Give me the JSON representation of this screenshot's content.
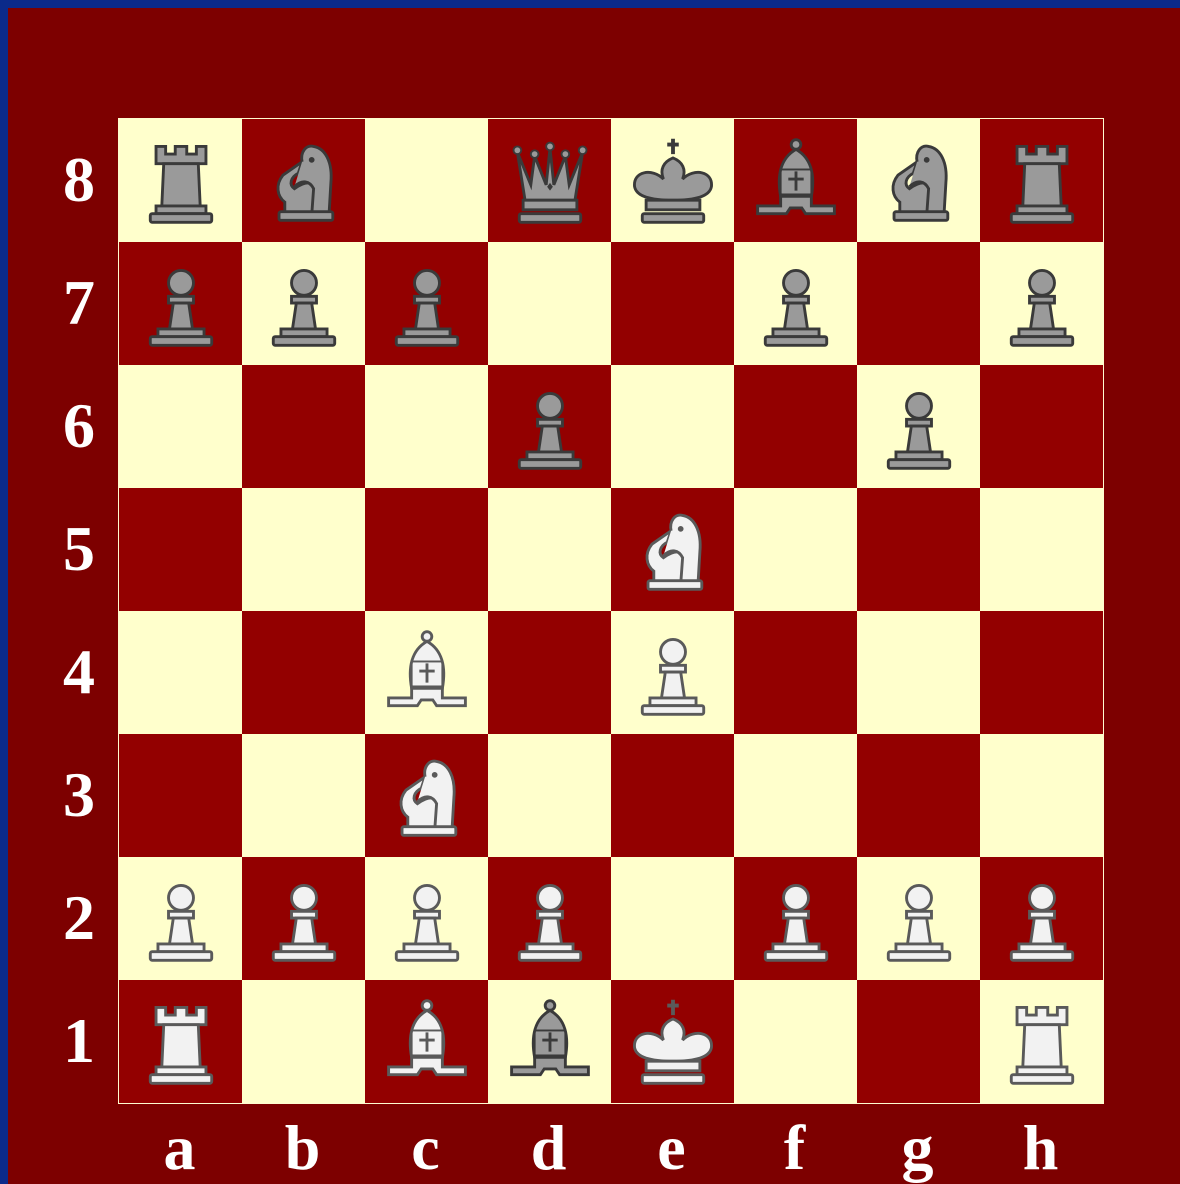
{
  "board": {
    "ranks": [
      "8",
      "7",
      "6",
      "5",
      "4",
      "3",
      "2",
      "1"
    ],
    "files": [
      "a",
      "b",
      "c",
      "d",
      "e",
      "f",
      "g",
      "h"
    ],
    "colors": {
      "light": "#ffffcc",
      "dark": "#930000",
      "frame": "#7d0000",
      "outer": "#0b2a8a"
    },
    "pieces": {
      "a8": "black-rook",
      "b8": "black-knight",
      "d8": "black-queen",
      "e8": "black-king",
      "f8": "black-bishop",
      "g8": "black-knight",
      "h8": "black-rook",
      "a7": "black-pawn",
      "b7": "black-pawn",
      "c7": "black-pawn",
      "f7": "black-pawn",
      "h7": "black-pawn",
      "d6": "black-pawn",
      "g6": "black-pawn",
      "e5": "white-knight",
      "c4": "white-bishop",
      "e4": "white-pawn",
      "c3": "white-knight",
      "a2": "white-pawn",
      "b2": "white-pawn",
      "c2": "white-pawn",
      "d2": "white-pawn",
      "f2": "white-pawn",
      "g2": "white-pawn",
      "h2": "white-pawn",
      "a1": "white-rook",
      "c1": "white-bishop",
      "d1": "black-bishop",
      "e1": "white-king",
      "h1": "white-rook"
    }
  }
}
